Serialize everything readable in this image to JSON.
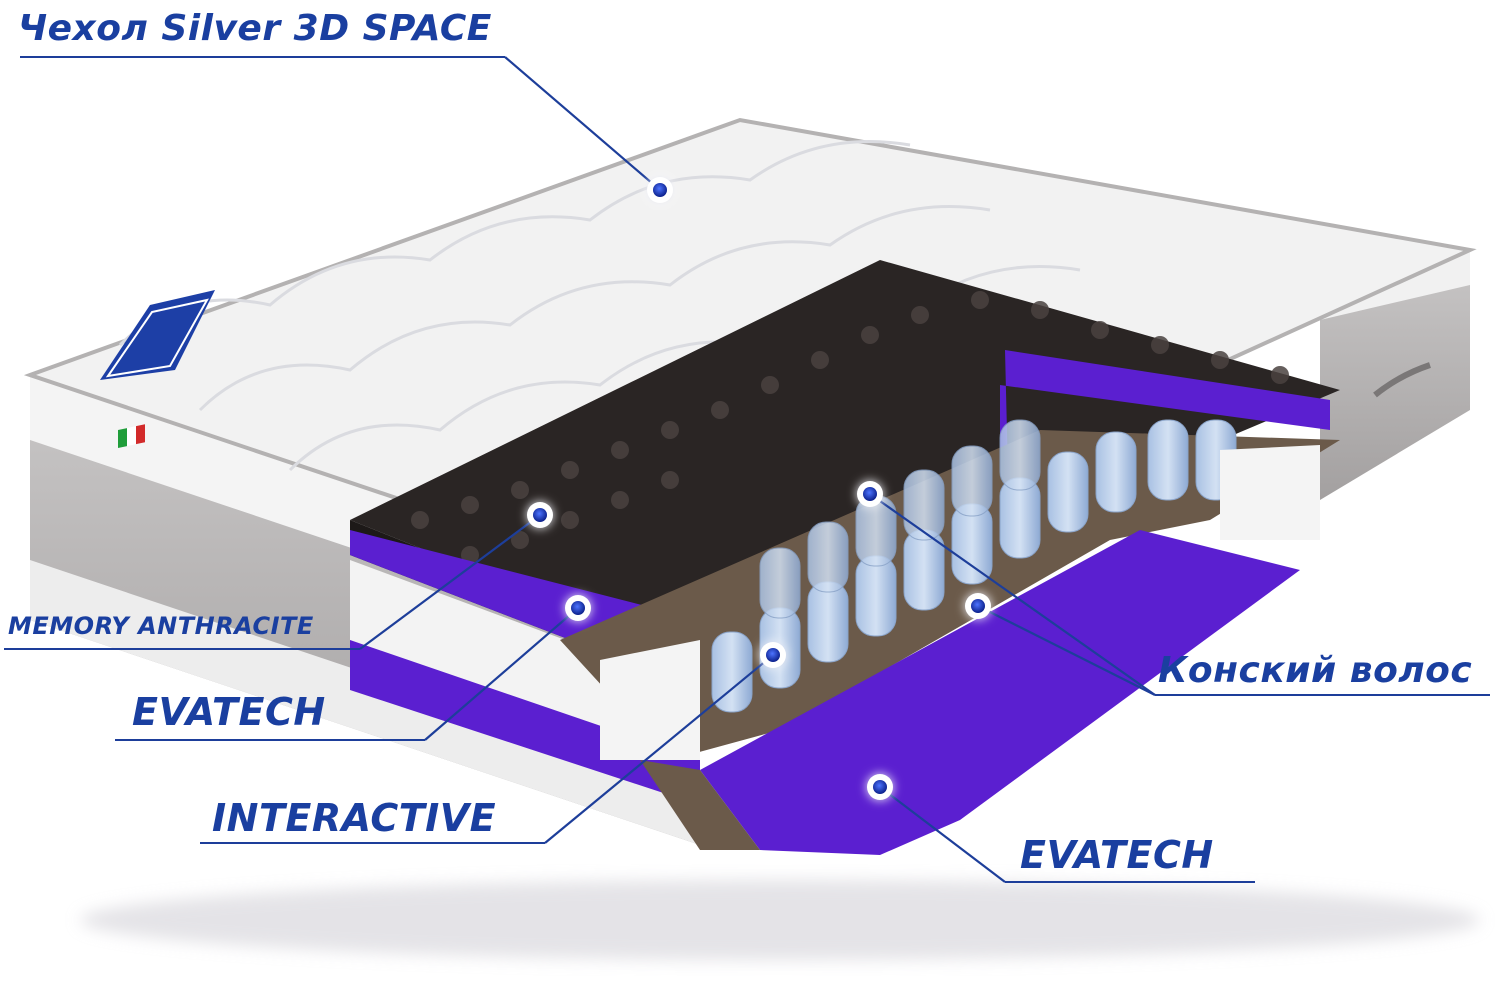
{
  "labels": {
    "cover": "Чехол Silver 3D SPACE",
    "memory": "MEMORY ANTHRACITE",
    "evatech_top": "EVATECH",
    "horsehair": "Конский волос",
    "interactive": "INTERACTIVE",
    "evatech_bottom": "EVATECH"
  },
  "colors": {
    "label_text": "#1a3fa0",
    "leader_line": "#1d3e9a",
    "evatech_purple": "#5b1fd0",
    "memory_foam": "#2a2524",
    "horsehair_brown": "#6b5a4a",
    "spring_blue": "#b9cde6",
    "cover_white": "#f2f2f2",
    "border_grey": "#b4b2b2"
  },
  "icons": {
    "flag": "italy-flag-icon",
    "brand": "brand-tag-icon",
    "marker": "marker-dot-icon"
  }
}
